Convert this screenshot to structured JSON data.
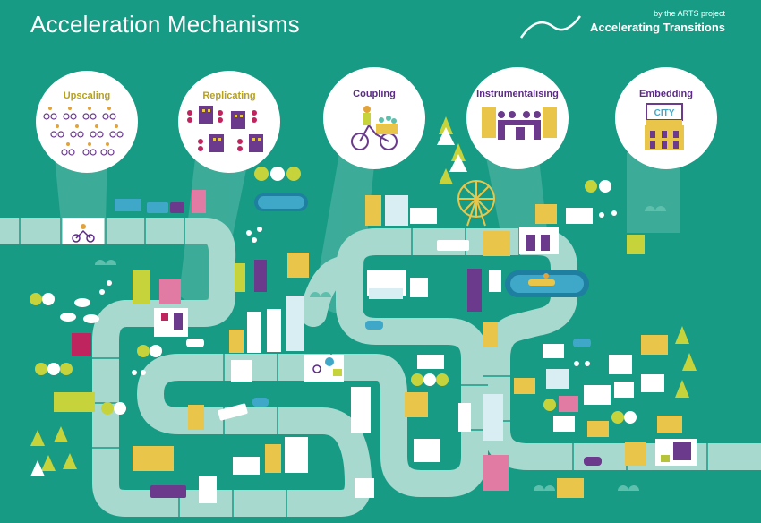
{
  "title": "Acceleration Mechanisms",
  "brand": {
    "byline": "by the ARTS project",
    "name": "Accelerating Transitions"
  },
  "bubbles": [
    {
      "label": "Upscaling",
      "color": "#b7a21e"
    },
    {
      "label": "Replicating",
      "color": "#b7a21e"
    },
    {
      "label": "Coupling",
      "color": "#5b2a86"
    },
    {
      "label": "Instrumentalising",
      "color": "#5b2a86"
    },
    {
      "label": "Embedding",
      "color": "#5b2a86"
    }
  ],
  "city_sign": "CITY",
  "colors": {
    "background": "#179b85",
    "path": "#a8d9cf",
    "bubble": "#ffffff",
    "accent_green": "#b7c43a",
    "accent_purple": "#6b3a8c"
  }
}
